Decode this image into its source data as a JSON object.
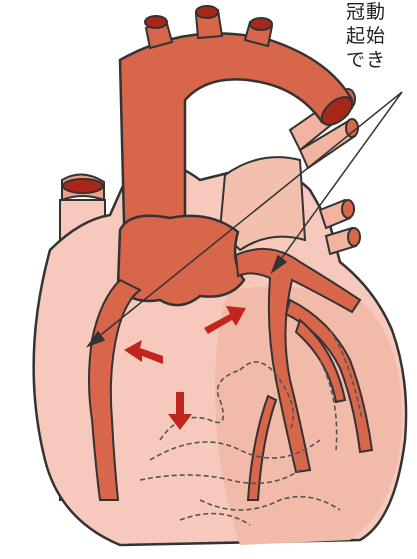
{
  "caption_lines": [
    "冠動",
    "起始",
    "でき"
  ],
  "icons": {
    "heart": "heart-illustration",
    "arrows": "red-flow-arrows",
    "callout": "pointer-lines"
  },
  "colors": {
    "muscle_light": "#f6c9bc",
    "muscle_mid": "#ee9f87",
    "vessel": "#d8664a",
    "vessel_dark": "#b8442e",
    "lumen": "#a8261a",
    "arrow": "#c0261e",
    "outline": "#333333",
    "capillary": "#555555"
  }
}
